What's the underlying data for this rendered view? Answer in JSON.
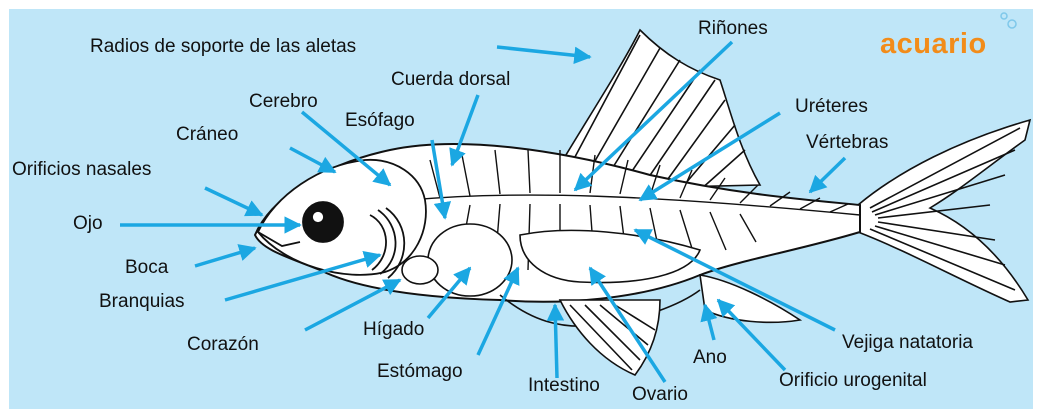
{
  "brand": {
    "name": "acuario",
    "color": "#f28c1a"
  },
  "colors": {
    "background": "#bfe6f8",
    "pointer": "#1ba7e2",
    "outline": "#111111"
  },
  "labels": {
    "radios": "Radios de soporte de las aletas",
    "rinones": "Riñones",
    "cuerda_dorsal": "Cuerda dorsal",
    "cerebro": "Cerebro",
    "esofago": "Esófago",
    "craneo": "Cráneo",
    "orificios_nasales": "Orificios nasales",
    "ureteres": "Uréteres",
    "vertebras": "Vértebras",
    "ojo": "Ojo",
    "boca": "Boca",
    "branquias": "Branquias",
    "corazon": "Corazón",
    "higado": "Hígado",
    "estomago": "Estómago",
    "intestino": "Intestino",
    "ovario": "Ovario",
    "ano": "Ano",
    "orificio_urogenital": "Orificio urogenital",
    "vejiga_natatoria": "Vejiga natatoria"
  }
}
